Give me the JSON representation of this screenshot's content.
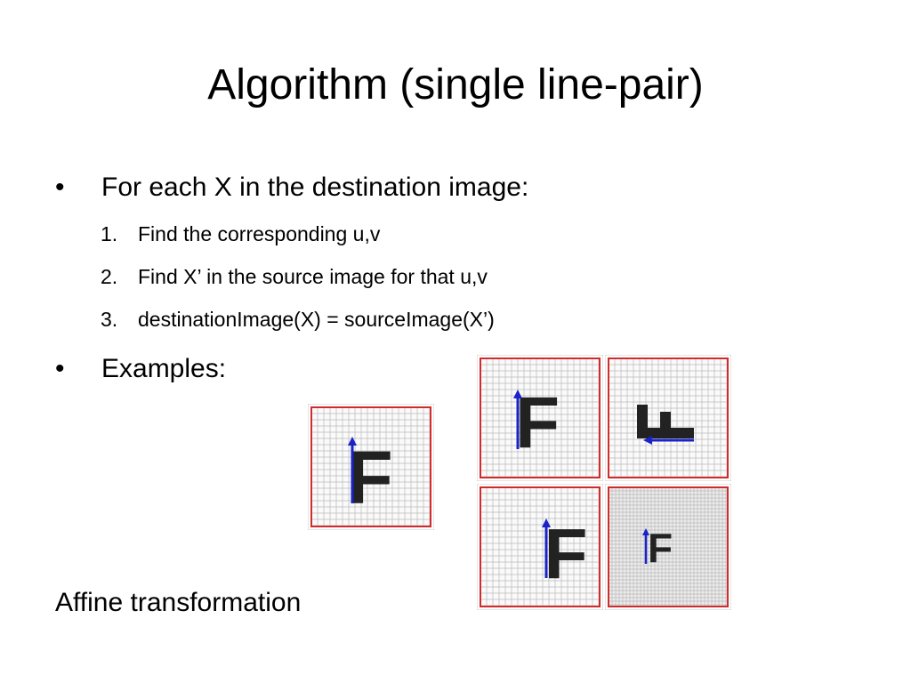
{
  "slide": {
    "title": "Algorithm (single line-pair)",
    "bullets": [
      {
        "marker": "•",
        "text": "For each X in the destination image:"
      },
      {
        "marker": "•",
        "text": "Examples:"
      }
    ],
    "steps": [
      {
        "number": "1.",
        "text": "Find the corresponding u,v"
      },
      {
        "number": "2.",
        "text": "Find X’ in the source image for that u,v"
      },
      {
        "number": "3.",
        "text": "destinationImage(X) = sourceImage(X’)"
      }
    ],
    "caption": "Affine transformation",
    "figure_text": {
      "letter": "F"
    },
    "colors": {
      "border": "#d22b2b",
      "grid": "#b8b8b8",
      "letter": "#222222",
      "arrow": "#1a22c8",
      "background": "#ffffff"
    }
  }
}
